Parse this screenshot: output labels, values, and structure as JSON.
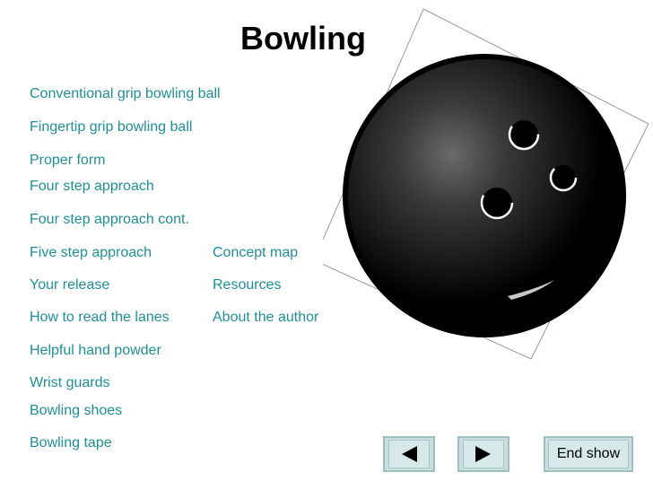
{
  "title": "Bowling",
  "links": {
    "conventional": "Conventional grip bowling ball",
    "fingertip": "Fingertip grip bowling ball",
    "proper_form": "Proper form",
    "four_step": "Four step approach",
    "four_step_cont": "Four step approach cont.",
    "five_step": "Five step approach",
    "release": "Your release",
    "read_lanes": "How to read the lanes",
    "hand_powder": "Helpful hand powder",
    "wrist_guards": "Wrist guards",
    "shoes": "Bowling shoes",
    "tape": "Bowling tape",
    "concept_map": "Concept map",
    "resources": "Resources",
    "about_author": "About the author"
  },
  "controls": {
    "back_icon": "triangle-left-icon",
    "forward_icon": "triangle-right-icon",
    "end_show": "End show"
  },
  "colors": {
    "link": "#1f8f96",
    "button_face": "#c8dedd"
  }
}
